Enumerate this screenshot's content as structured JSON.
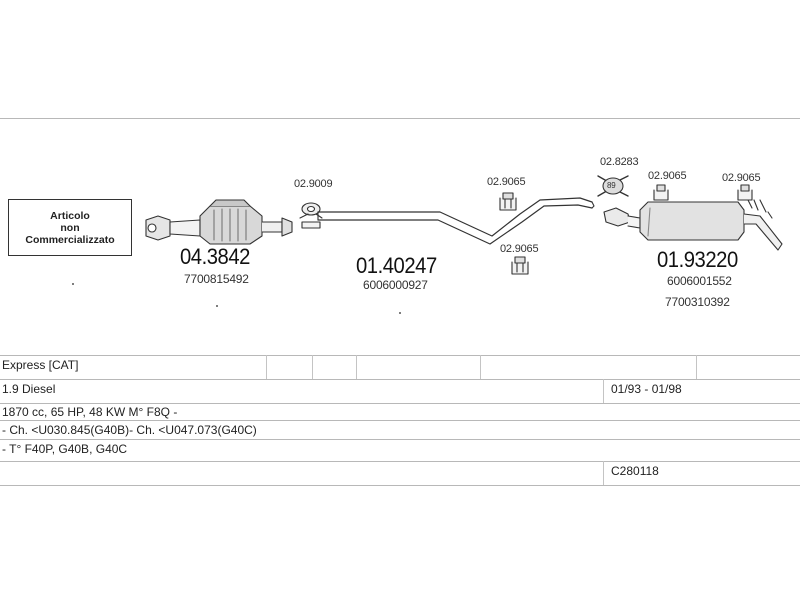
{
  "notice": {
    "line1": "Articolo",
    "line2": "non",
    "line3": "Commercializzato"
  },
  "parts": {
    "catalyst": {
      "number": "04.3842",
      "oem": "7700815492"
    },
    "middle_pipe": {
      "number": "01.40247",
      "oem": "6006000927"
    },
    "rear_silencer": {
      "number": "01.93220",
      "oem1": "6006001552",
      "oem2": "7700310392"
    },
    "accessories": {
      "gasket": "02.9009",
      "clamp_top": "02.9065",
      "clamp_bottom": "02.9065",
      "ring": "02.8283",
      "ring_label": "89",
      "clamp_rear_1": "02.9065",
      "clamp_rear_2": "02.9065"
    }
  },
  "info": {
    "model": "Express  [CAT]",
    "engine": "1.9 Diesel",
    "years": "01/93 - 01/98",
    "specs": "1870 cc, 65 HP, 48 KW M° F8Q -",
    "chassis": "- Ch. <U030.845(G40B)- Ch. <U047.073(G40C)",
    "types": "- T° F40P, G40B, G40C",
    "ref": "C280118"
  }
}
